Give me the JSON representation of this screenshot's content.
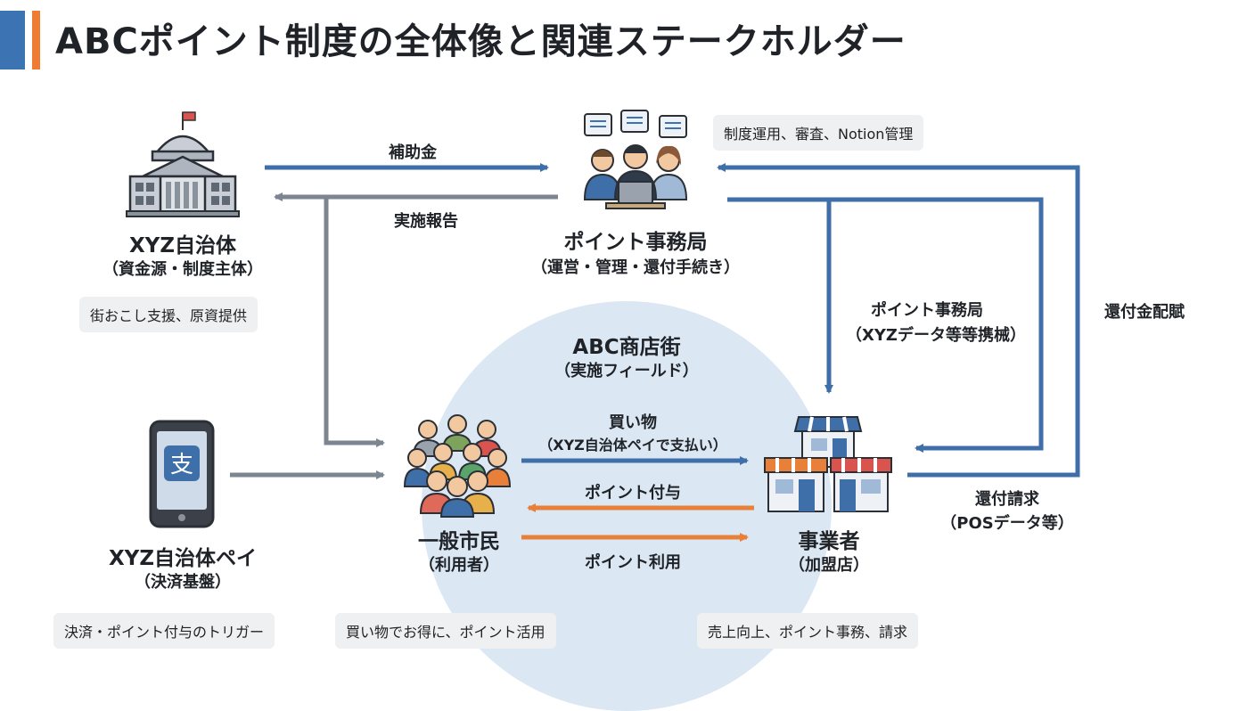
{
  "title": "ABCポイント制度の全体像と関連ステークホルダー",
  "nodes": {
    "municipality": {
      "name": "XYZ自治体",
      "sub": "（資金源・制度主体）",
      "note": "街おこし支援、原資提供"
    },
    "office": {
      "name": "ポイント事務局",
      "sub": "（運営・管理・還付手続き）",
      "note": "制度運用、審査、Notion管理"
    },
    "pay": {
      "name": "XYZ自治体ペイ",
      "sub": "（決済基盤）",
      "note": "決済・ポイント付与のトリガー"
    },
    "citizen": {
      "name": "一般市民",
      "sub": "（利用者）",
      "note": "買い物でお得に、ポイント活用"
    },
    "merchant": {
      "name": "事業者",
      "sub": "（加盟店）",
      "note": "売上向上、ポイント事務、請求"
    },
    "field": {
      "name": "ABC商店街",
      "sub": "（実施フィールド）"
    }
  },
  "flows": {
    "subsidy": "補助金",
    "report": "実施報告",
    "office_data_1": "ポイント事務局",
    "office_data_2": "（XYZデータ等等携械）",
    "refund_dist": "還付金配賦",
    "purchase_1": "買い物",
    "purchase_2": "（XYZ自治体ペイで支払い）",
    "point_grant": "ポイント付与",
    "point_use": "ポイント利用",
    "refund_req_1": "還付請求",
    "refund_req_2": "（POSデータ等）"
  },
  "icons": {
    "pay_app_glyph": "支"
  },
  "colors": {
    "accent_blue": "#3c74b3",
    "accent_orange": "#ee7d33",
    "arrow_blue": "#3f6fa8",
    "arrow_gray": "#7d8590",
    "arrow_orange": "#e8803a",
    "field_circle": "#dbe7f3"
  }
}
